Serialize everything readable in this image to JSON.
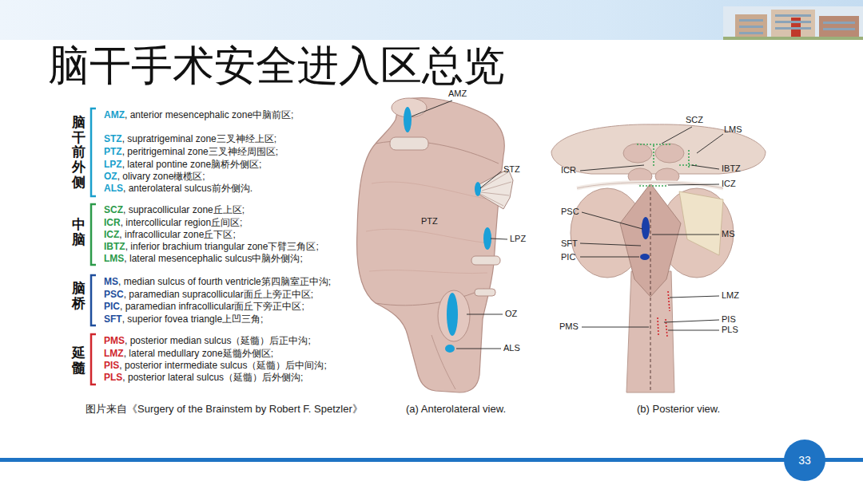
{
  "diagram": {
    "title": "脑干手术安全进入区总览",
    "nodes": [
      {
        "text": [
          "33"
        ]
      }
    ],
    "labels": [
      "脑干前外侧",
      "AMZ",
      ", anterior mesencephalic zone中脑前区;",
      "STZ",
      ", supratrigeminal zone三叉神经上区;",
      "PTZ",
      ", peritrigeminal zone三叉神经周围区;",
      "LPZ",
      ", lateral pontine zone脑桥外侧区;",
      "OZ",
      ", olivary zone橄榄区;",
      "ALS",
      ", anterolateral sulcus前外侧沟.",
      "中脑",
      "SCZ",
      ", supracollicular zone丘上区;",
      "ICR",
      ", intercollicular region丘间区;",
      "ICZ",
      ", infracollicular zone丘下区;",
      "IBTZ",
      ", inferior brachium triangular zone下臂三角区;",
      "LMS",
      ", lateral mesencephalic sulcus中脑外侧沟;",
      "脑桥",
      "MS",
      ", median sulcus of fourth ventricle第四脑室正中沟;",
      "PSC",
      ", paramedian supracollicular面丘上旁正中区;",
      "PIC",
      ", paramedian infracollicular面丘下旁正中区;",
      "SFT",
      ", superior fovea triangle上凹三角;",
      "延髓",
      "PMS",
      ", posterior median sulcus（延髓）后正中沟;",
      "LMZ",
      ", lateral medullary zone延髓外侧区;",
      "PIS",
      ", posterior intermediate sulcus（延髓）后中间沟;",
      "PLS",
      ", posterior lateral sulcus（延髓）后外侧沟;",
      "图片来自《Surgery of the Brainstem by Robert F. Spetzler》",
      "AMZ",
      "STZ",
      "PTZ",
      "LPZ",
      "OZ",
      "ALS",
      "(a) Anterolateral view.",
      "SCZ",
      "LMS",
      "ICR",
      "IBTZ",
      "ICZ",
      "PSC",
      "MS",
      "SFT",
      "PIC",
      "LMZ",
      "PIS",
      "PMS",
      "PLS",
      "(b) Posterior view."
    ]
  }
}
